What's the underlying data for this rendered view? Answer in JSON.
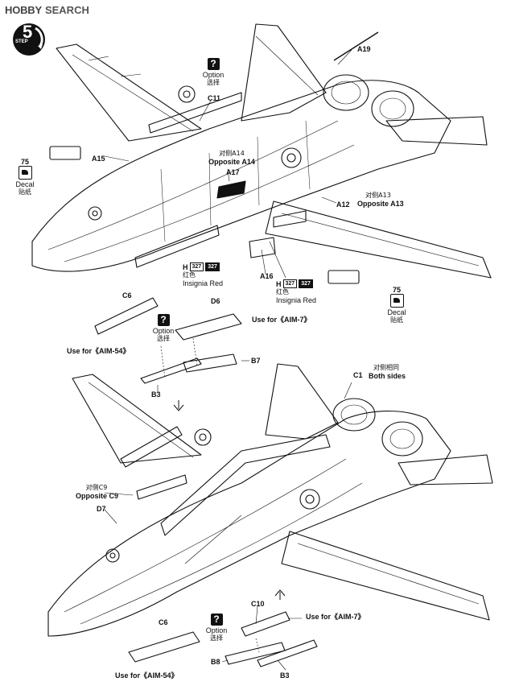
{
  "header": {
    "brand_logo": "HOBBY",
    "brand_search": "SEARCH"
  },
  "step": {
    "label": "STEP",
    "number": "5"
  },
  "top": {
    "a19": "A19",
    "option_top": {
      "en": "Option",
      "cn": "选择"
    },
    "c11": "C11",
    "opposite_a14": {
      "cn": "对侧A14",
      "en": "Opposite A14"
    },
    "a17": "A17",
    "a15": "A15",
    "decal_left": {
      "num": "75",
      "en": "Decal",
      "cn": "贴纸"
    },
    "a12": "A12",
    "opposite_a13": {
      "cn": "对侧A13",
      "en": "Opposite A13"
    },
    "paint_1": {
      "letter": "H",
      "code_a": "327",
      "code_b": "327",
      "cn": "红色",
      "en": "Insignia Red"
    },
    "a16": "A16",
    "paint_2": {
      "letter": "H",
      "code_a": "327",
      "code_b": "327",
      "cn": "红色",
      "en": "Insignia Red"
    },
    "decal_right": {
      "num": "75",
      "en": "Decal",
      "cn": "贴纸"
    }
  },
  "middle": {
    "c6": "C6",
    "d6": "D6",
    "use_aim7": "Use for《AIM-7》",
    "option_mid": {
      "en": "Option",
      "cn": "选择"
    },
    "use_aim54": "Use for《AIM-54》",
    "b7": "B7",
    "b3": "B3"
  },
  "bottom": {
    "c1": "C1",
    "both_sides": {
      "cn": "对侧相同",
      "en": "Both sides"
    },
    "opposite_c9": {
      "cn": "对侧C9",
      "en": "Opposite C9"
    },
    "d7": "D7",
    "c10": "C10",
    "use_aim7": "Use for《AIM-7》",
    "c6": "C6",
    "option_bottom": {
      "en": "Option",
      "cn": "选择"
    },
    "b8": "B8",
    "b3": "B3",
    "use_aim54": "Use for《AIM-54》"
  }
}
